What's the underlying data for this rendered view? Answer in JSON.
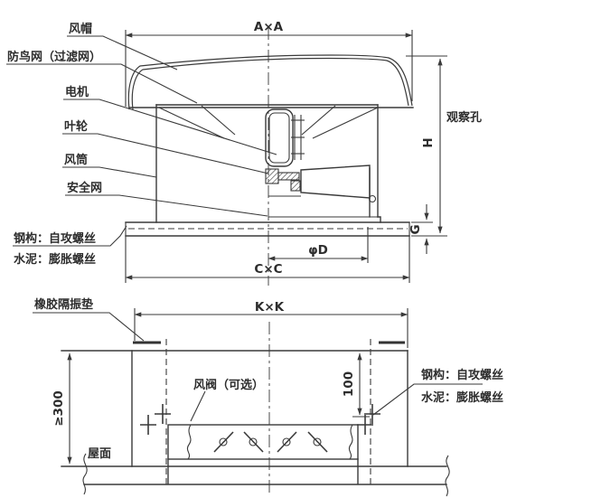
{
  "drawing": {
    "colors": {
      "line": "#3a3a3a",
      "background": "#ffffff",
      "text": "#2d2d2d"
    },
    "top_view": {
      "labels": {
        "wind_cap": "风帽",
        "bird_net": "防鸟网（过滤网）",
        "motor": "电机",
        "impeller": "叶轮",
        "wind_tube": "风筒",
        "safety_net": "安全网",
        "anchor_note_line1": "钢构：自攻螺丝",
        "anchor_note_line2": "水泥：膨胀螺丝",
        "observation_hole": "观察孔"
      },
      "dimensions": {
        "top_width": "A×A",
        "height": "H",
        "flange_height": "G",
        "duct_diameter": "φD",
        "base_width": "C×C"
      }
    },
    "bottom_view": {
      "labels": {
        "rubber_pad": "橡胶隔振垫",
        "damper": "风阀（可选）",
        "roof_surface": "屋面",
        "anchor_note_line1": "钢构：自攻螺丝",
        "anchor_note_line2": "水泥：膨胀螺丝"
      },
      "dimensions": {
        "curb_width": "K×K",
        "curb_height_min": "≥300",
        "damper_offset": "100"
      }
    }
  }
}
